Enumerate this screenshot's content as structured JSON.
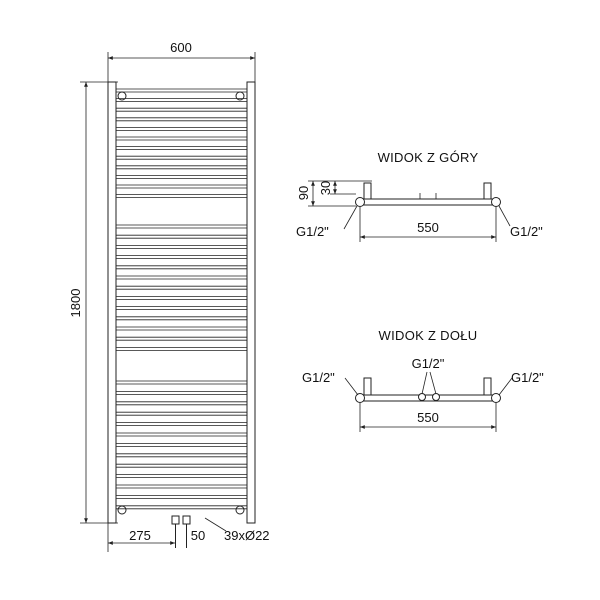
{
  "front_view": {
    "width_label": "600",
    "height_label": "1800",
    "pipe_offset_label": "275",
    "pipe_spacing_label": "50",
    "rails_label": "39xØ22"
  },
  "top_view": {
    "title": "WIDOK Z GÓRY",
    "depth_label": "90",
    "inner_depth_label": "30",
    "spacing_label": "550",
    "left_thread_label": "G1/2\"",
    "right_thread_label": "G1/2\""
  },
  "bottom_view": {
    "title": "WIDOK Z DOŁU",
    "spacing_label": "550",
    "left_thread_label": "G1/2\"",
    "center_thread_label": "G1/2\"",
    "right_thread_label": "G1/2\""
  },
  "icons": {
    "arrow": "arrow-icon",
    "valve": "valve-icon"
  }
}
